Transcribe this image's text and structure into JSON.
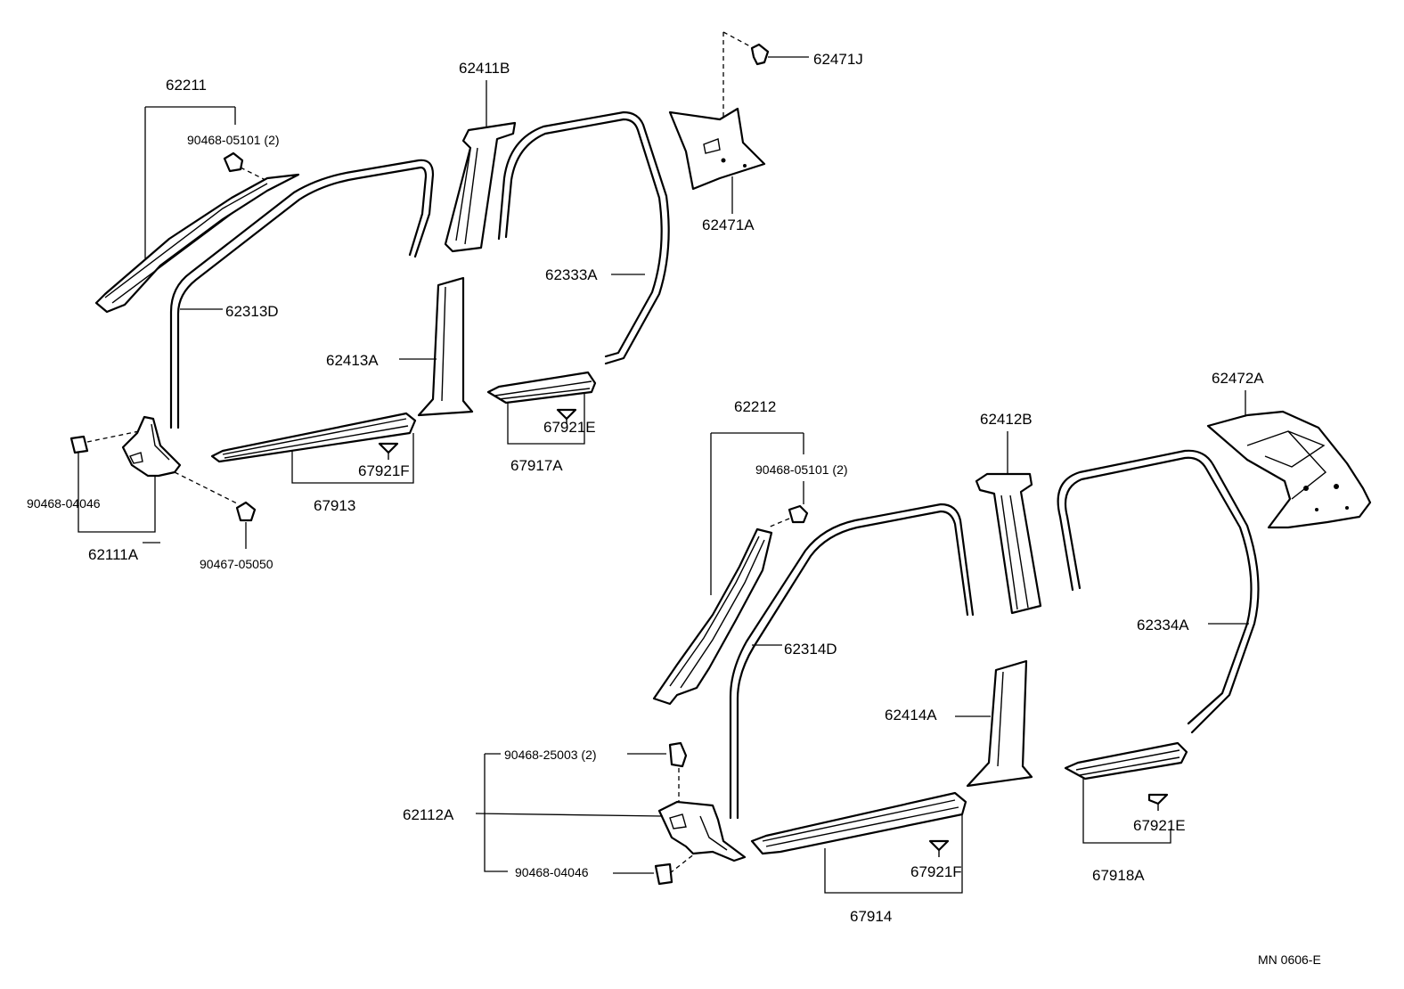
{
  "diagram": {
    "code": "MN  0606-E",
    "upper_group": {
      "p62211": "62211",
      "p90468_05101_a": "90468-05101 (2)",
      "p62313D": "62313D",
      "p62411B": "62411B",
      "p62471J": "62471J",
      "p62471A": "62471A",
      "p62333A": "62333A",
      "p62413A": "62413A",
      "p67921F_a": "67921F",
      "p67913": "67913",
      "p67921E_a": "67921E",
      "p67917A": "67917A",
      "p90468_04046_a": "90468-04046",
      "p62111A": "62111A",
      "p90467_05050": "90467-05050"
    },
    "lower_group": {
      "p62212": "62212",
      "p90468_05101_b": "90468-05101 (2)",
      "p62412B": "62412B",
      "p62472A": "62472A",
      "p62314D": "62314D",
      "p62334A": "62334A",
      "p62414A": "62414A",
      "p90468_25003": "90468-25003 (2)",
      "p62112A": "62112A",
      "p90468_04046_b": "90468-04046",
      "p67921F_b": "67921F",
      "p67914": "67914",
      "p67921E_b": "67921E",
      "p67918A": "67918A"
    }
  }
}
